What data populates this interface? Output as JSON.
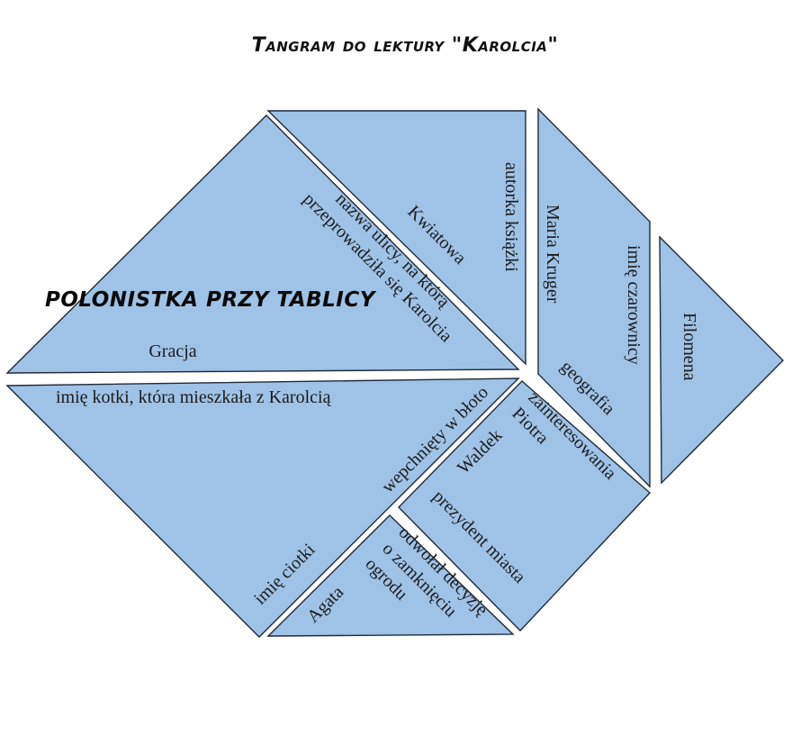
{
  "title": "Tangram do lektury \"Karolcia\"",
  "overlay_caption": "POLONISTKA PRZY TABLICY",
  "colors": {
    "piece_fill": "#9fc3e7",
    "piece_stroke": "#1f2a3a",
    "text": "#1b1b1b",
    "background": "#ffffff"
  },
  "pieces": {
    "large_triangle_top": {
      "labels": {
        "gracja": "Gracja",
        "street_q_line1": "nazwa ulicy, na którą",
        "street_q_line2": "przeprowadziła się Karolcia"
      }
    },
    "top_triangle": {
      "labels": {
        "kwiatowa": "Kwiatowa",
        "author_q": "autorka książki"
      }
    },
    "parallelogram": {
      "labels": {
        "maria_kruger": "Maria Kruger",
        "witch_q": "imię czarownicy",
        "geografia": "geografia"
      }
    },
    "right_triangle": {
      "labels": {
        "filomena": "Filomena"
      }
    },
    "large_triangle_bottom": {
      "labels": {
        "cat_q": "imię kotki, która mieszkała z Karolcią",
        "mud": "wepchnięty w błoto",
        "aunt_q": "imię ciotki"
      }
    },
    "square": {
      "labels": {
        "interests": "zainteresowania",
        "piotra": "Piotra",
        "waldek": "Waldek",
        "mayor": "prezydent miasta"
      }
    },
    "small_triangle": {
      "labels": {
        "agata": "Agata",
        "garden_line1": "odwołał decyzję",
        "garden_line2": "o zamknięciu",
        "garden_line3": "ogrodu"
      }
    }
  }
}
